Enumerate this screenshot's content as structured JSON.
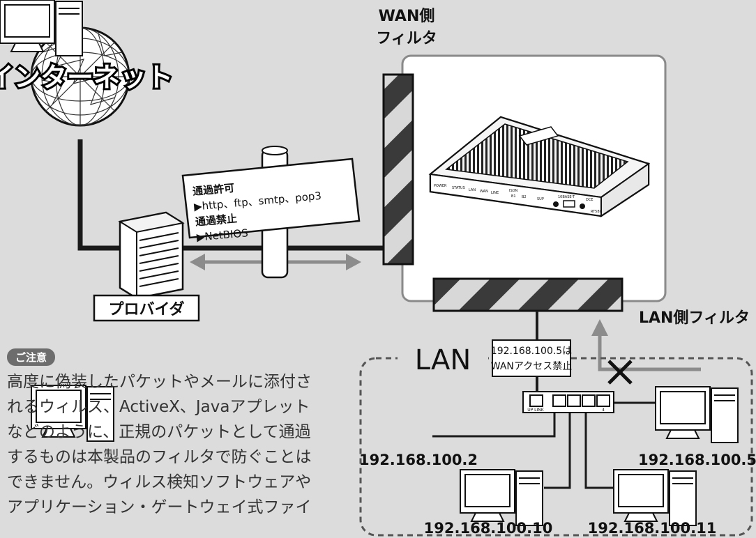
{
  "internet": {
    "label": "インターネット"
  },
  "provider": {
    "label": "プロバイダ"
  },
  "wan_filter": {
    "label_line1": "WAN側",
    "label_line2": "フィルタ"
  },
  "lan_filter": {
    "label": "LAN側フィルタ"
  },
  "sign": {
    "allow_title": "通過許可",
    "allow_list": "▶http、ftp、smtp、pop3",
    "deny_title": "通過禁止",
    "deny_list": "▶NetBIOS"
  },
  "router": {
    "front_labels": [
      "POWER",
      "STATUS",
      "LAN",
      "WAN",
      "LINE",
      "ISDN",
      "B1",
      "B2",
      "SUP",
      "10BASE-T",
      "DCE",
      "RT58i"
    ]
  },
  "lan": {
    "label": "LAN",
    "callout_line1": "192.168.100.5は",
    "callout_line2": "WANアクセス禁止",
    "hub_uplink": "UP LINK",
    "hub_port4": "4",
    "pc_ips": [
      "192.168.100.2",
      "192.168.100.5",
      "192.168.100.10",
      "192.168.100.11"
    ]
  },
  "notice": {
    "badge": "ご注意",
    "lines": [
      "高度に偽装したパケットやメールに添付さ",
      "れるウィルス、ActiveX、Javaアプレット",
      "などのように、正規のパケットとして通過",
      "するものは本製品のフィルタで防ぐことは",
      "できません。ウィルス検知ソフトウェアや",
      "アプリケーション・ゲートウェイ式ファイ"
    ]
  },
  "colors": {
    "background": "#dcdcdc",
    "line": "#1a1a1a",
    "arrow": "#8c8c8c"
  }
}
